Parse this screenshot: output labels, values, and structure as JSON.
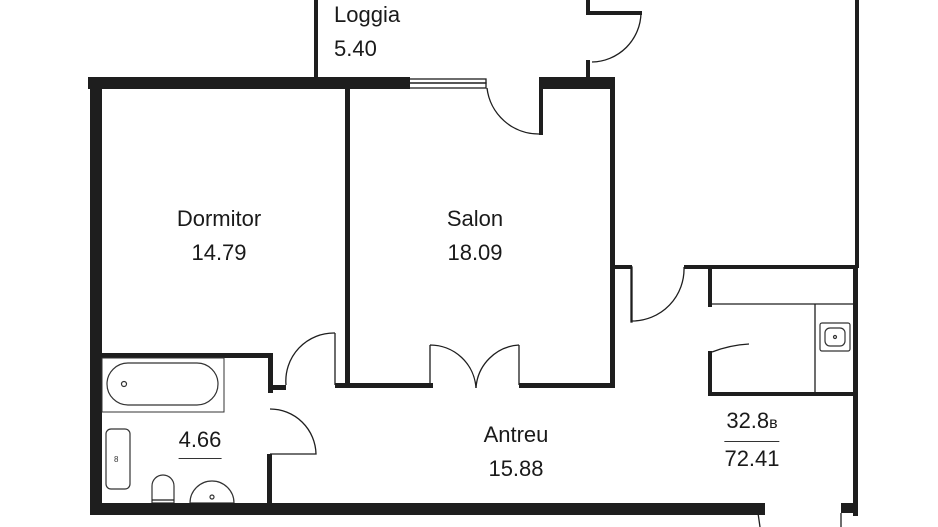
{
  "plan": {
    "wall_color": "#1e1e1e",
    "background": "#ffffff"
  },
  "rooms": {
    "loggia": {
      "name": "Loggia",
      "area": "5.40"
    },
    "dormitor": {
      "name": "Dormitor",
      "area": "14.79"
    },
    "salon": {
      "name": "Salon",
      "area": "18.09"
    },
    "bathroom": {
      "area": "4.66"
    },
    "antreu": {
      "name": "Antreu",
      "area": "15.88"
    }
  },
  "totals": {
    "living_area": "32.8",
    "living_suffix": "в",
    "total_area": "72.41"
  },
  "fixtures": {
    "washer_label": "8"
  }
}
